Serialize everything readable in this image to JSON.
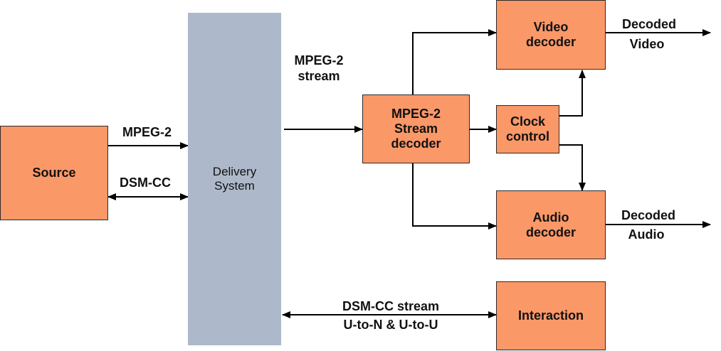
{
  "boxes": {
    "source": "Source",
    "delivery": [
      "Delivery",
      "System"
    ],
    "stream_decoder": [
      "MPEG-2",
      "Stream",
      "decoder"
    ],
    "video_decoder": [
      "Video",
      "decoder"
    ],
    "clock_control": [
      "Clock",
      "control"
    ],
    "audio_decoder": [
      "Audio",
      "decoder"
    ],
    "interaction": "Interaction"
  },
  "labels": {
    "mpeg2": "MPEG-2",
    "dsmcc": "DSM-CC",
    "mpeg2_stream": [
      "MPEG-2",
      "stream"
    ],
    "decoded_video": [
      "Decoded",
      "Video"
    ],
    "decoded_audio": [
      "Decoded",
      "Audio"
    ],
    "dsmcc_stream": [
      "DSM-CC stream",
      "U-to-N & U-to-U"
    ]
  },
  "colors": {
    "box_fill": "#fa9868",
    "delivery_fill": "#adb9ca",
    "line": "#000000"
  }
}
